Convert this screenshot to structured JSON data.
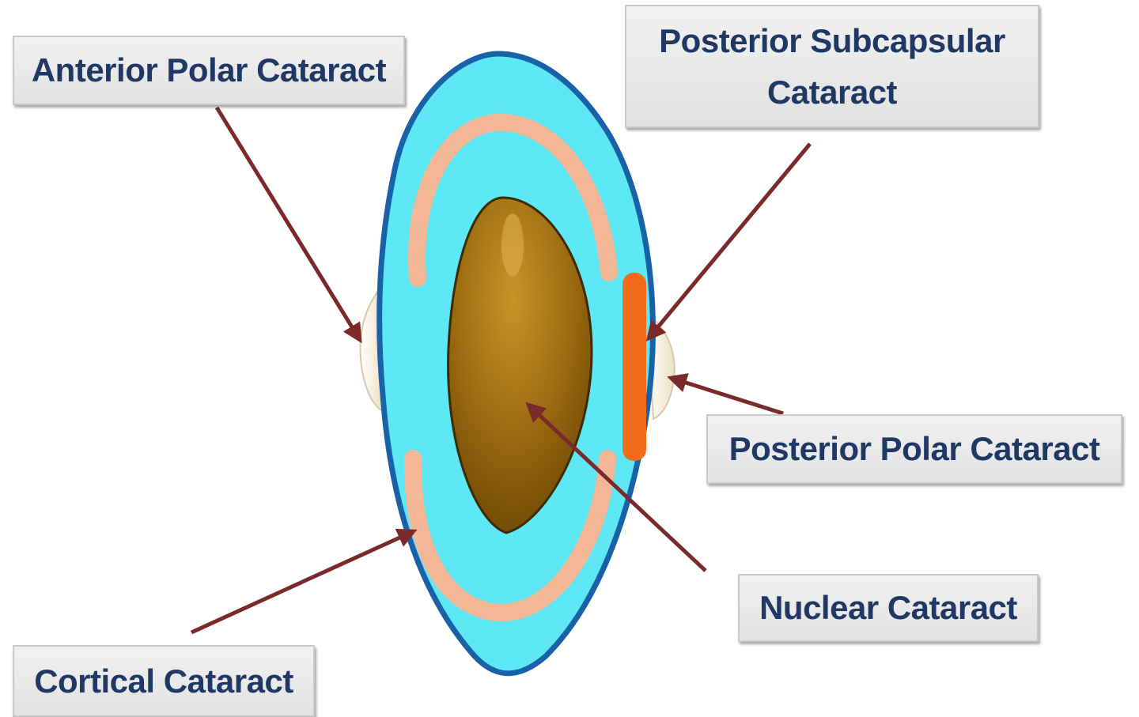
{
  "labels": {
    "anterior_polar": "Anterior Polar Cataract",
    "posterior_subcapsular_line1": "Posterior Subcapsular",
    "posterior_subcapsular_line2": "Cataract",
    "posterior_polar": "Posterior Polar Cataract",
    "nuclear": "Nuclear Cataract",
    "cortical": "Cortical Cataract"
  },
  "colors": {
    "lens_fill": "#5ee8f5",
    "capsule_outline": "#1a62a8",
    "cortex_band": "#f4b896",
    "nucleus": "#8a5c0a",
    "subcapsular_opacity": "#f26b1d",
    "polar_opacity": "#f2e8d4",
    "arrow": "#7a2a2a",
    "label_text": "#1f3864"
  }
}
